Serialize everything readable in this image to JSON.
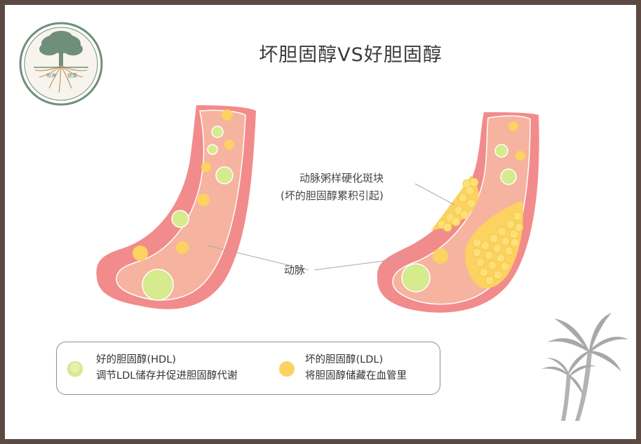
{
  "title": "坏胆固醇VS好胆固醇",
  "logo": {
    "text_left": "有神",
    "text_right": "健康"
  },
  "callouts": {
    "plaque_line1": "动脉粥样硬化斑块",
    "plaque_line2": "(坏的胆固醇累积引起)",
    "artery": "动脉"
  },
  "legend": {
    "hdl": {
      "name": "好的胆固醇(HDL)",
      "description": "调节LDL储存并促进胆固醇代谢",
      "color": "#d6ea8e"
    },
    "ldl": {
      "name": "坏的胆固醇(LDL)",
      "description": "将胆固醇储藏在血管里",
      "color": "#fcd260"
    }
  },
  "colors": {
    "artery_wall": "#f28b8b",
    "artery_lumen": "#f6b3a0",
    "frame": "#5a4a42",
    "logo_green": "#6f8f7a"
  }
}
